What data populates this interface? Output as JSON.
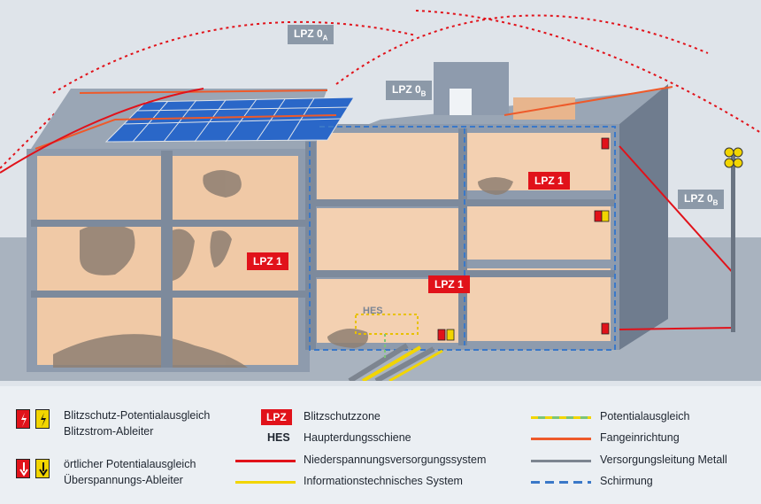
{
  "zones": {
    "lpz0a_main": "LPZ 0",
    "lpz0a_sub": "A",
    "lpz0b_main": "LPZ 0",
    "lpz0b_sub": "B",
    "lpz0b_right_main": "LPZ 0",
    "lpz0b_right_sub": "B",
    "lpz1_left": "LPZ 1",
    "lpz1_center": "LPZ 1",
    "lpz1_right": "LPZ 1",
    "hes": "HES"
  },
  "legend": {
    "col1": {
      "line1": "Blitzschutz-Potentialausgleich",
      "line2": "Blitzstrom-Ableiter",
      "line3": "örtlicher Potentialausgleich",
      "line4": "Überspannungs-Ableiter"
    },
    "col2": {
      "lpz_label": "LPZ",
      "lpz_text": "Blitzschutzzone",
      "hes_label": "HES",
      "hes_text": "Haupterdungsschiene",
      "low_voltage": "Niederspannungsversorgungssystem",
      "it_system": "Informationstechnisches System"
    },
    "col3": {
      "equipotential": "Potentialausgleich",
      "air_termination": "Fangeinrichtung",
      "metal_supply": "Versorgungsleitung Metall",
      "shielding": "Schirmung"
    }
  },
  "colors": {
    "red": "#e1121a",
    "yellow": "#f2d500",
    "gray_tag": "#8c99a8",
    "interior": "#f0c9a6",
    "wall": "#8e9bad",
    "shield": "#3a78c8",
    "air_term": "#ee5a2a",
    "metal": "#7d8590",
    "equip_green": "#7cc576"
  }
}
